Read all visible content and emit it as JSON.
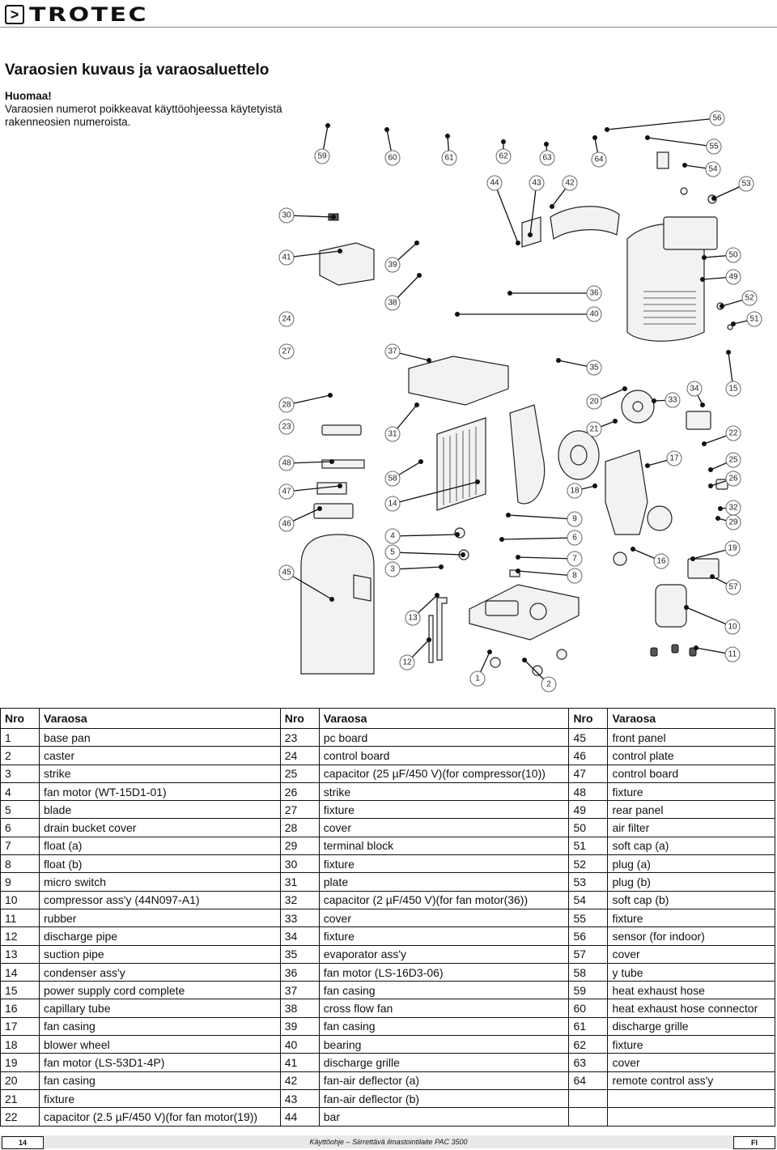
{
  "header": {
    "brand": "TROTEC",
    "brand_mark": ">"
  },
  "page_title": "Varaosien kuvaus ja varaosaluettelo",
  "note": {
    "title": "Huomaa!",
    "line1": "Varaosien numerot poikkeavat käyttöohjeessa käytetyistä",
    "line2": "rakenneosien numeroista."
  },
  "diagram": {
    "callouts": [
      "1",
      "2",
      "3",
      "4",
      "5",
      "6",
      "7",
      "8",
      "9",
      "10",
      "11",
      "12",
      "13",
      "14",
      "15",
      "16",
      "17",
      "18",
      "19",
      "20",
      "21",
      "22",
      "23",
      "24",
      "25",
      "26",
      "27",
      "28",
      "29",
      "30",
      "31",
      "32",
      "33",
      "34",
      "35",
      "36",
      "37",
      "38",
      "39",
      "40",
      "41",
      "42",
      "43",
      "44",
      "45",
      "46",
      "47",
      "48",
      "49",
      "50",
      "51",
      "52",
      "53",
      "54",
      "55",
      "56",
      "57",
      "58",
      "59",
      "60",
      "61",
      "62",
      "63",
      "64"
    ]
  },
  "table": {
    "headers": [
      "Nro",
      "Varaosa",
      "Nro",
      "Varaosa",
      "Nro",
      "Varaosa"
    ],
    "rows": [
      [
        "1",
        "base pan",
        "23",
        "pc board",
        "45",
        "front panel"
      ],
      [
        "2",
        "caster",
        "24",
        "control board",
        "46",
        "control plate"
      ],
      [
        "3",
        "strike",
        "25",
        "capacitor (25 µF/450 V)(for compressor(10))",
        "47",
        "control board"
      ],
      [
        "4",
        "fan motor (WT-15D1-01)",
        "26",
        "strike",
        "48",
        "fixture"
      ],
      [
        "5",
        "blade",
        "27",
        "fixture",
        "49",
        "rear panel"
      ],
      [
        "6",
        "drain bucket cover",
        "28",
        "cover",
        "50",
        "air filter"
      ],
      [
        "7",
        "float (a)",
        "29",
        "terminal block",
        "51",
        "soft cap (a)"
      ],
      [
        "8",
        "float (b)",
        "30",
        "fixture",
        "52",
        "plug (a)"
      ],
      [
        "9",
        "micro switch",
        "31",
        "plate",
        "53",
        "plug (b)"
      ],
      [
        "10",
        "compressor ass'y (44N097-A1)",
        "32",
        "capacitor (2 µF/450 V)(for fan motor(36))",
        "54",
        "soft cap (b)"
      ],
      [
        "11",
        "rubber",
        "33",
        "cover",
        "55",
        "fixture"
      ],
      [
        "12",
        "discharge pipe",
        "34",
        "fixture",
        "56",
        "sensor (for indoor)"
      ],
      [
        "13",
        "suction pipe",
        "35",
        "evaporator ass'y",
        "57",
        "cover"
      ],
      [
        "14",
        "condenser ass'y",
        "36",
        "fan motor (LS-16D3-06)",
        "58",
        "y tube"
      ],
      [
        "15",
        "power supply cord complete",
        "37",
        "fan casing",
        "59",
        "heat exhaust hose"
      ],
      [
        "16",
        "capillary tube",
        "38",
        "cross flow fan",
        "60",
        "heat exhaust hose connector"
      ],
      [
        "17",
        "fan casing",
        "39",
        "fan casing",
        "61",
        "discharge grille"
      ],
      [
        "18",
        "blower wheel",
        "40",
        "bearing",
        "62",
        "fixture"
      ],
      [
        "19",
        "fan motor (LS-53D1-4P)",
        "41",
        "discharge grille",
        "63",
        "cover"
      ],
      [
        "20",
        "fan casing",
        "42",
        "fan-air deflector (a)",
        "64",
        "remote control ass'y"
      ],
      [
        "21",
        "fixture",
        "43",
        "fan-air deflector (b)",
        "",
        ""
      ],
      [
        "22",
        "capacitor (2.5 µF/450 V)(for fan motor(19))",
        "44",
        "bar",
        "",
        ""
      ]
    ]
  },
  "footer": {
    "page_number": "14",
    "text": "Käyttöohje – Siirrettävä ilmastointilaite PAC 3500",
    "lang": "FI"
  }
}
